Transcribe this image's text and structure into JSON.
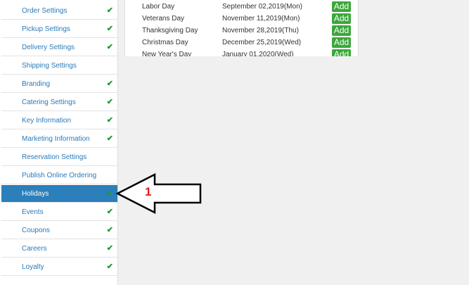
{
  "sidebar": {
    "items": [
      {
        "label": "Order Settings",
        "checked": true
      },
      {
        "label": "Pickup Settings",
        "checked": true
      },
      {
        "label": "Delivery Settings",
        "checked": true
      },
      {
        "label": "Shipping Settings",
        "checked": false
      },
      {
        "label": "Branding",
        "checked": true
      },
      {
        "label": "Catering Settings",
        "checked": true
      },
      {
        "label": "Key Information",
        "checked": true
      },
      {
        "label": "Marketing Information",
        "checked": true
      },
      {
        "label": "Reservation Settings",
        "checked": false
      },
      {
        "label": "Publish Online Ordering",
        "checked": false
      },
      {
        "label": "Holidays",
        "checked": true,
        "active": true
      },
      {
        "label": "Events",
        "checked": true
      },
      {
        "label": "Coupons",
        "checked": true
      },
      {
        "label": "Careers",
        "checked": true
      },
      {
        "label": "Loyalty",
        "checked": true
      }
    ],
    "check_glyph": "✔"
  },
  "holidays": [
    {
      "name": "Labor Day",
      "date": "September 02,2019(Mon)",
      "action": "Add"
    },
    {
      "name": "Veterans Day",
      "date": "November 11,2019(Mon)",
      "action": "Add"
    },
    {
      "name": "Thanksgiving Day",
      "date": "November 28,2019(Thu)",
      "action": "Add"
    },
    {
      "name": "Christmas Day",
      "date": "December 25,2019(Wed)",
      "action": "Add"
    },
    {
      "name": "New Year's Day",
      "date": "January 01,2020(Wed)",
      "action": "Add"
    }
  ],
  "annotation": {
    "number": "1"
  }
}
